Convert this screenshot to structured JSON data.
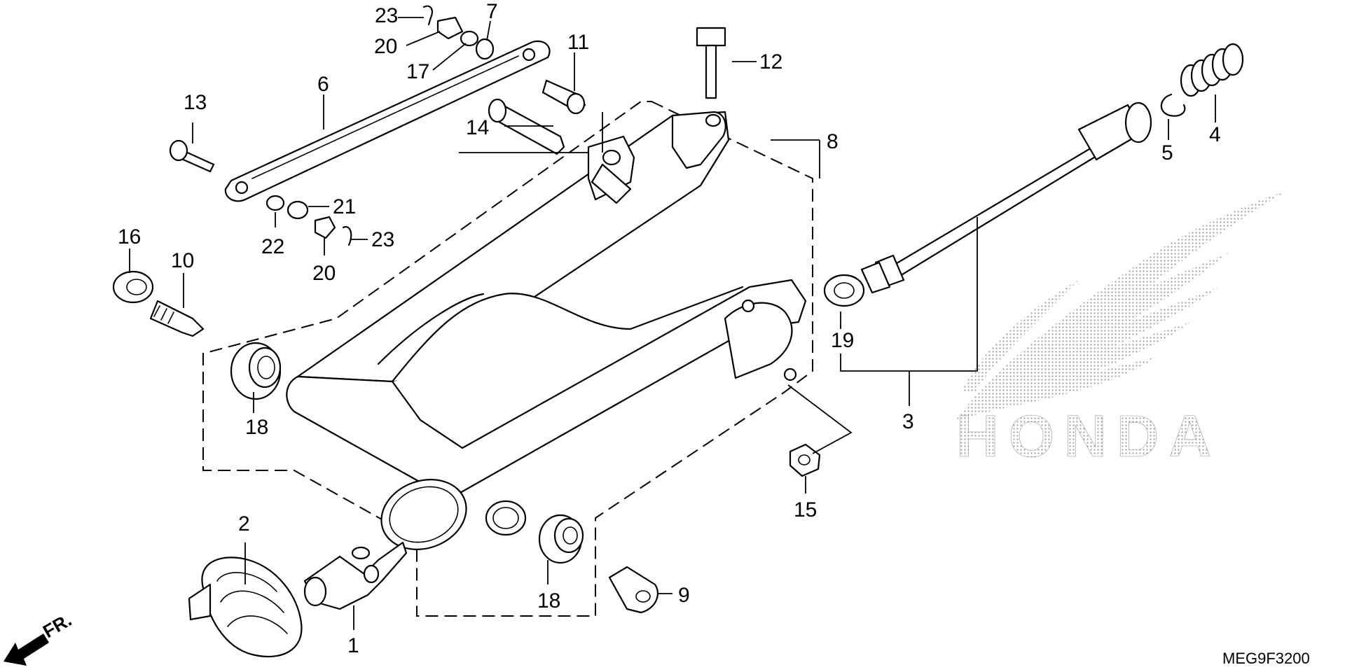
{
  "diagram": {
    "code": "MEG9F3200",
    "direction_label": "FR.",
    "brand_logo_text": "HONDA",
    "callouts": [
      {
        "id": "c1",
        "label": "1"
      },
      {
        "id": "c2",
        "label": "2"
      },
      {
        "id": "c3",
        "label": "3"
      },
      {
        "id": "c4",
        "label": "4"
      },
      {
        "id": "c5",
        "label": "5"
      },
      {
        "id": "c6",
        "label": "6"
      },
      {
        "id": "c7",
        "label": "7"
      },
      {
        "id": "c8",
        "label": "8"
      },
      {
        "id": "c9",
        "label": "9"
      },
      {
        "id": "c10",
        "label": "10"
      },
      {
        "id": "c11",
        "label": "11"
      },
      {
        "id": "c12",
        "label": "12"
      },
      {
        "id": "c13",
        "label": "13"
      },
      {
        "id": "c14",
        "label": "14"
      },
      {
        "id": "c15",
        "label": "15"
      },
      {
        "id": "c16",
        "label": "16"
      },
      {
        "id": "c17",
        "label": "17"
      },
      {
        "id": "c18a",
        "label": "18"
      },
      {
        "id": "c18b",
        "label": "18"
      },
      {
        "id": "c19",
        "label": "19"
      },
      {
        "id": "c20a",
        "label": "20"
      },
      {
        "id": "c20b",
        "label": "20"
      },
      {
        "id": "c21",
        "label": "21"
      },
      {
        "id": "c22",
        "label": "22"
      },
      {
        "id": "c23a",
        "label": "23"
      },
      {
        "id": "c23b",
        "label": "23"
      }
    ]
  },
  "colors": {
    "line": "#000000",
    "background": "#ffffff",
    "logo_dots": "#9a9a9a"
  }
}
